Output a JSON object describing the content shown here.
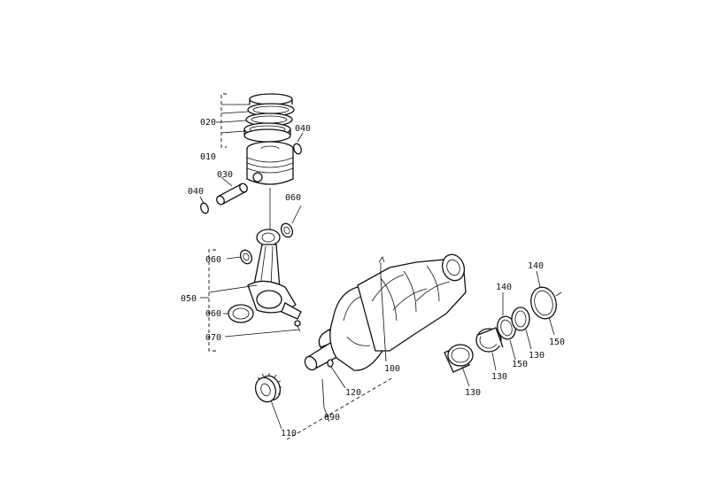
{
  "labels": {
    "l020": "020",
    "l040a": "040",
    "l010": "010",
    "l030": "030",
    "l040b": "040",
    "l060a": "060",
    "l060b": "060",
    "l050": "050",
    "l060c": "060",
    "l070": "070",
    "l100": "100",
    "l120": "120",
    "l090": "090",
    "l110": "110",
    "l130a": "130",
    "l130b": "130",
    "l150a": "150",
    "l130c": "130",
    "l140a": "140",
    "l140b": "140",
    "l150b": "150"
  }
}
